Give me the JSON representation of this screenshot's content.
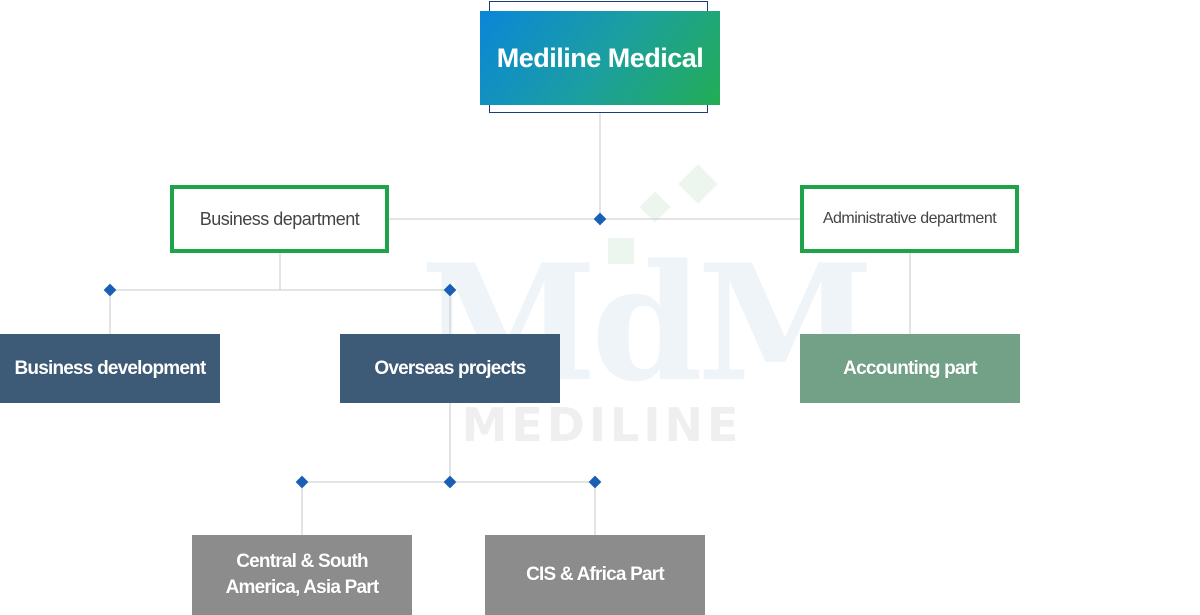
{
  "org_chart": {
    "root": {
      "label": "Mediline Medical"
    },
    "departments": [
      {
        "id": "business",
        "label": "Business department"
      },
      {
        "id": "administrative",
        "label": "Administrative department"
      }
    ],
    "units": {
      "business_development": {
        "label": "Business development",
        "parent": "business"
      },
      "overseas_projects": {
        "label": "Overseas projects",
        "parent": "business"
      },
      "accounting_part": {
        "label": "Accounting part",
        "parent": "administrative"
      },
      "central_south_america_asia": {
        "label": "Central & South America, Asia Part",
        "parent": "overseas_projects"
      },
      "cis_africa": {
        "label": "CIS & Africa Part",
        "parent": "overseas_projects"
      }
    }
  },
  "watermark": {
    "letters": "MdM",
    "word": "MEDILINE"
  },
  "colors": {
    "root_gradient_start": "#0a86d8",
    "root_gradient_end": "#22ad55",
    "department_border": "#1fa34a",
    "unit_dark": "#3d5b77",
    "unit_green": "#72a187",
    "unit_gray": "#8c8c8c",
    "connector_line": "#c9c9c9",
    "connector_diamond": "#1b5fb4"
  }
}
